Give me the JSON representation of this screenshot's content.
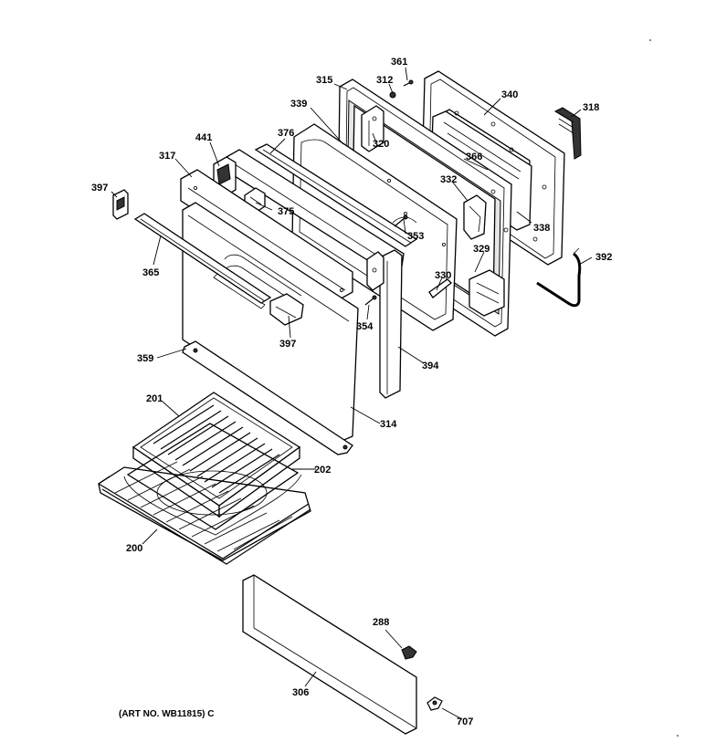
{
  "diagram": {
    "caption": "(ART NO. WB11815) C",
    "parts": [
      {
        "id": "p361",
        "label": "361"
      },
      {
        "id": "p312",
        "label": "312"
      },
      {
        "id": "p315",
        "label": "315"
      },
      {
        "id": "p340",
        "label": "340"
      },
      {
        "id": "p318",
        "label": "318"
      },
      {
        "id": "p339",
        "label": "339"
      },
      {
        "id": "p320",
        "label": "320"
      },
      {
        "id": "p376",
        "label": "376"
      },
      {
        "id": "p366",
        "label": "366"
      },
      {
        "id": "p441",
        "label": "441"
      },
      {
        "id": "p317",
        "label": "317"
      },
      {
        "id": "p332",
        "label": "332"
      },
      {
        "id": "p397a",
        "label": "397"
      },
      {
        "id": "p375",
        "label": "375"
      },
      {
        "id": "p338",
        "label": "338"
      },
      {
        "id": "p353",
        "label": "353"
      },
      {
        "id": "p329",
        "label": "329"
      },
      {
        "id": "p392",
        "label": "392"
      },
      {
        "id": "p365",
        "label": "365"
      },
      {
        "id": "p330",
        "label": "330"
      },
      {
        "id": "p354",
        "label": "354"
      },
      {
        "id": "p397b",
        "label": "397"
      },
      {
        "id": "p359",
        "label": "359"
      },
      {
        "id": "p394",
        "label": "394"
      },
      {
        "id": "p201",
        "label": "201"
      },
      {
        "id": "p314",
        "label": "314"
      },
      {
        "id": "p202",
        "label": "202"
      },
      {
        "id": "p200",
        "label": "200"
      },
      {
        "id": "p288",
        "label": "288"
      },
      {
        "id": "p306",
        "label": "306"
      },
      {
        "id": "p707",
        "label": "707"
      }
    ]
  }
}
